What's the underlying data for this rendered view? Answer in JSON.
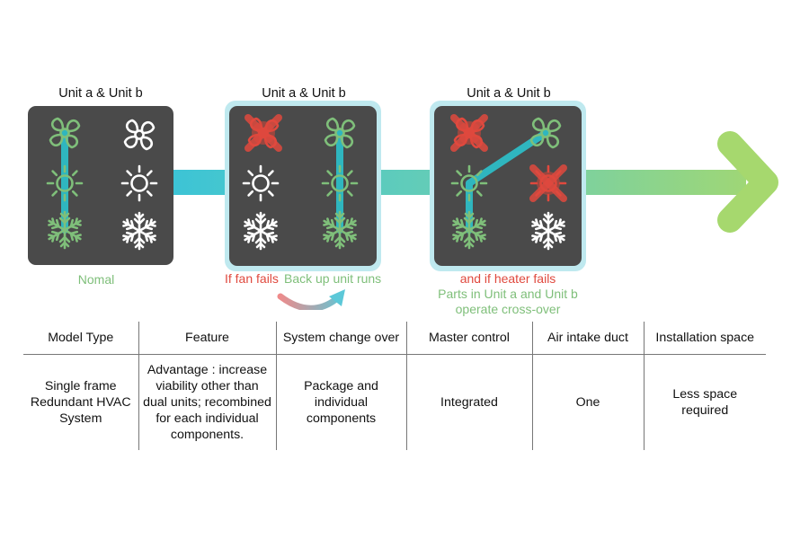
{
  "colors": {
    "panel": "#4a4a4a",
    "panel_glow": "#bfe9ef",
    "active_green": "#7fbf7a",
    "active_teal": "#2fb6bf",
    "failed_red": "#e0493e",
    "inactive_white": "#ffffff",
    "arrow_start": "#3cc4d6",
    "arrow_end": "#a6d86e"
  },
  "panels": [
    {
      "title": "Unit a & Unit b",
      "caption_green": "Nomal",
      "icons": {
        "unit_a": [
          "fan-active",
          "heater-active",
          "cooler-active"
        ],
        "unit_b": [
          "fan-inactive",
          "heater-inactive",
          "cooler-inactive"
        ]
      }
    },
    {
      "title": "Unit a & Unit b",
      "caption_red": "If fan fails",
      "caption_green": "Back up unit runs",
      "icons": {
        "unit_a": [
          "fan-failed",
          "heater-inactive",
          "cooler-inactive"
        ],
        "unit_b": [
          "fan-active",
          "heater-active",
          "cooler-active"
        ]
      }
    },
    {
      "title": "Unit a & Unit b",
      "caption_red": "and if heater fails",
      "caption_green_1": "Parts in Unit a and Unit b",
      "caption_green_2": "operate cross-over",
      "icons": {
        "unit_a": [
          "fan-failed",
          "heater-active",
          "cooler-active"
        ],
        "unit_b": [
          "fan-active",
          "heater-failed",
          "cooler-inactive"
        ]
      }
    }
  ],
  "table": {
    "headers": [
      "Model Type",
      "Feature",
      "System change over",
      "Master control",
      "Air intake duct",
      "Installation space"
    ],
    "row": [
      "Single frame Redundant HVAC System",
      "Advantage : increase viability other than dual units; recombined for each individual components.",
      "Package and individual components",
      "Integrated",
      "One",
      "Less space required"
    ]
  }
}
